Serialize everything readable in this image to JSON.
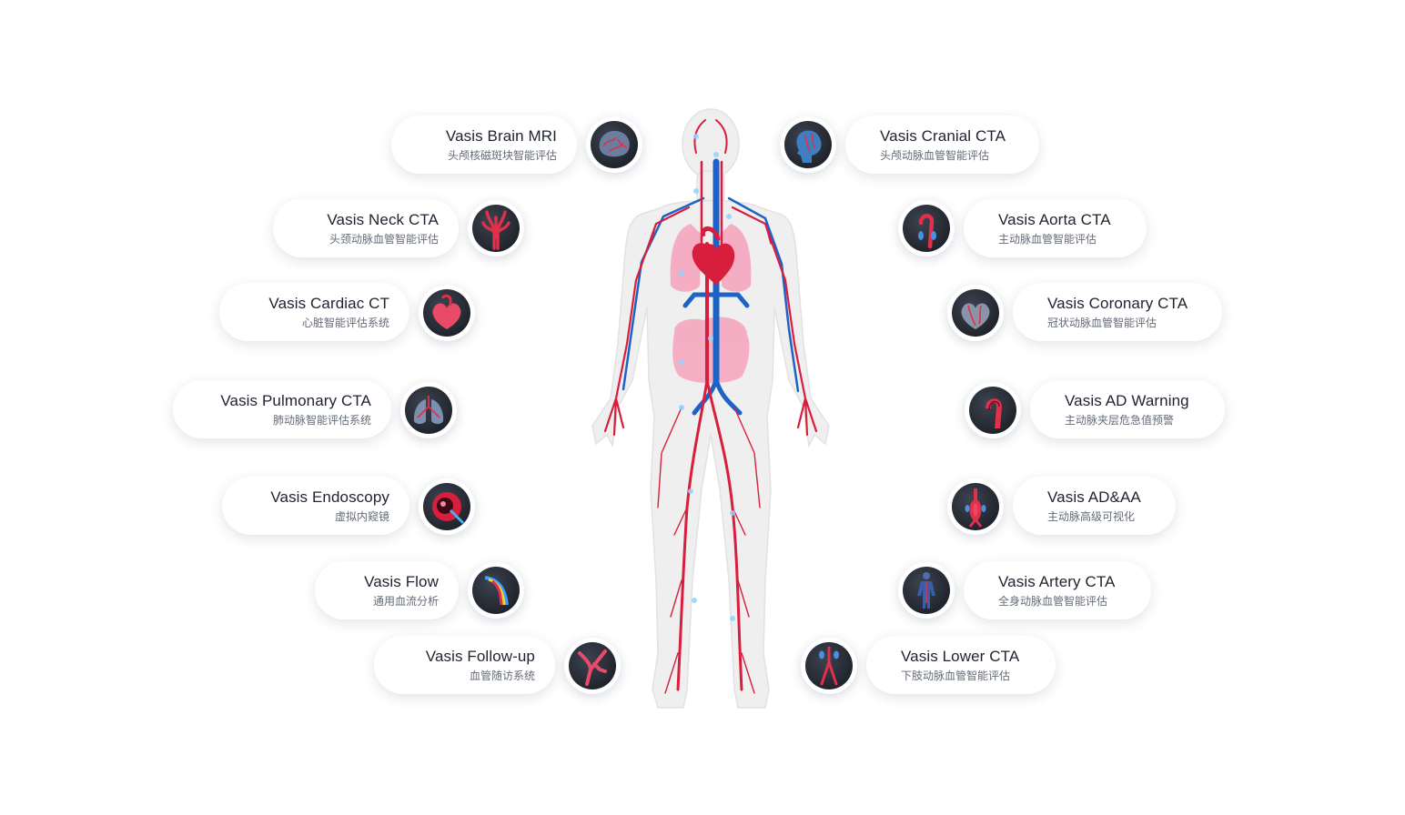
{
  "colors": {
    "artery": "#d81e3d",
    "vein": "#1f62c6",
    "organ": "#f5a6be",
    "body": "#efefef",
    "pill_bg": "#ffffff",
    "icon_bg": "#23272f"
  },
  "left": [
    {
      "title": "Vasis Brain MRI",
      "sub": "头颅核磁斑块智能评估",
      "icon": "brain-icon"
    },
    {
      "title": "Vasis Neck CTA",
      "sub": "头颈动脉血管智能评估",
      "icon": "neck-vessel-icon"
    },
    {
      "title": "Vasis Cardiac CT",
      "sub": "心脏智能评估系统",
      "icon": "heart-icon"
    },
    {
      "title": "Vasis Pulmonary CTA",
      "sub": "肺动脉智能评估系统",
      "icon": "lungs-icon"
    },
    {
      "title": "Vasis Endoscopy",
      "sub": "虚拟内窥镜",
      "icon": "endoscope-icon"
    },
    {
      "title": "Vasis Flow",
      "sub": "通用血流分析",
      "icon": "flow-icon"
    },
    {
      "title": "Vasis Follow-up",
      "sub": "血管随访系统",
      "icon": "vessel-branch-icon"
    }
  ],
  "right": [
    {
      "title": "Vasis Cranial CTA",
      "sub": "头颅动脉血管智能评估",
      "icon": "head-profile-icon"
    },
    {
      "title": "Vasis Aorta CTA",
      "sub": "主动脉血管智能评估",
      "icon": "aorta-icon"
    },
    {
      "title": "Vasis Coronary CTA",
      "sub": "冠状动脉血管智能评估",
      "icon": "coronary-icon"
    },
    {
      "title": "Vasis AD Warning",
      "sub": "主动脉夹层危急值预警",
      "icon": "aortic-dissection-icon"
    },
    {
      "title": "Vasis AD&AA",
      "sub": "主动脉高级可视化",
      "icon": "aortic-aneurysm-icon"
    },
    {
      "title": "Vasis Artery CTA",
      "sub": "全身动脉血管智能评估",
      "icon": "full-body-icon"
    },
    {
      "title": "Vasis Lower CTA",
      "sub": "下肢动脉血管智能评估",
      "icon": "lower-limb-icon"
    }
  ]
}
